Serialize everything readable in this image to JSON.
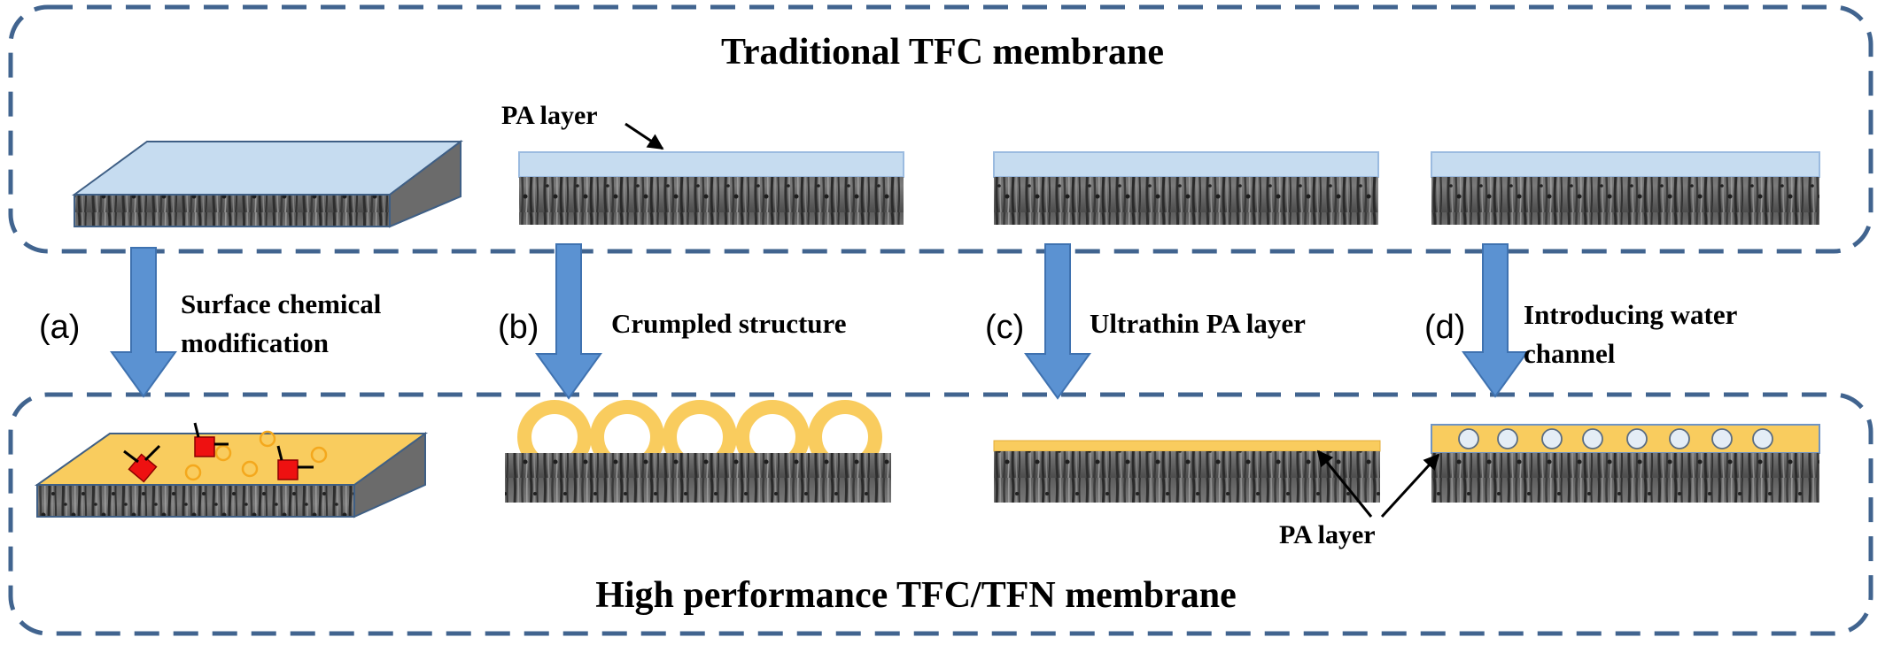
{
  "panels": {
    "top_title": "Traditional TFC membrane",
    "bottom_title": "High performance TFC/TFN membrane"
  },
  "labels": {
    "pa_layer_top": "PA layer",
    "pa_layer_bottom": "PA layer"
  },
  "steps": [
    {
      "letter": "(a)",
      "line1": "Surface chemical",
      "line2": "modification"
    },
    {
      "letter": "(b)",
      "line1": "Crumpled structure",
      "line2": ""
    },
    {
      "letter": "(c)",
      "line1": "Ultrathin PA layer",
      "line2": ""
    },
    {
      "letter": "(d)",
      "line1": "Introducing water",
      "line2": "channel"
    }
  ],
  "colors": {
    "dashed_border": "#41648f",
    "arrow_fill": "#5b92d2",
    "arrow_stroke": "#3f72b0",
    "pa_layer_blue": "#c6dcf0",
    "pa_layer_yellow": "#f9cc5e",
    "support_gray": "#6a6a6a",
    "modifier_red": "#ee1111"
  }
}
